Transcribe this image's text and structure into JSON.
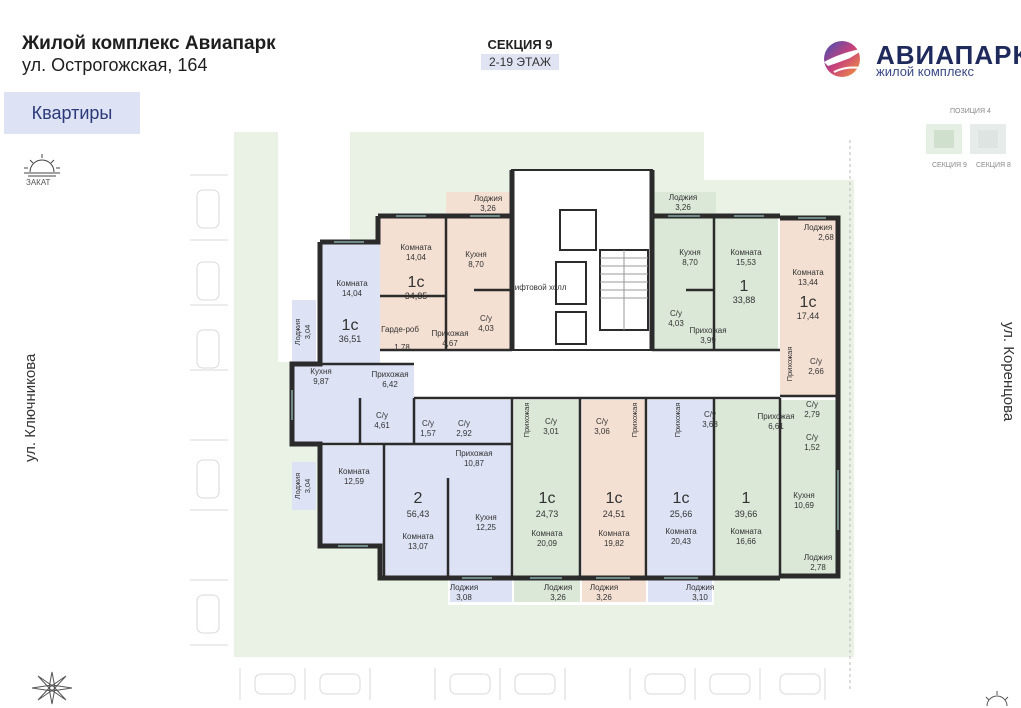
{
  "header": {
    "title": "Жилой комплекс Авиапарк",
    "address": "ул. Острогожская, 164",
    "section": "СЕКЦИЯ 9",
    "floors": "2-19 ЭТАЖ"
  },
  "tab": {
    "label": "Квартиры"
  },
  "logo": {
    "name": "АВИАПАРК",
    "subtitle": "жилой комплекс"
  },
  "streets": {
    "left": "ул. Ключникова",
    "right": "ул. Коренцова"
  },
  "compass": {
    "sunset": "ЗАКАТ"
  },
  "minimap": {
    "position": "ПОЗИЦИЯ 4",
    "section9": "СЕКЦИЯ 9",
    "section8": "СЕКЦИЯ 8"
  },
  "colors": {
    "green": "#dbe8d8",
    "blue": "#dde2f4",
    "peach": "#f4e0d3",
    "wall": "#2b2b2b",
    "landscape": "#e8f1e4"
  },
  "core": {
    "lift_hall": "Лифтовой холл"
  },
  "apartments": [
    {
      "type": "1с",
      "area": "34,85",
      "rooms": [
        [
          "Комната",
          "14,04"
        ],
        [
          "Кухня",
          "8,70"
        ],
        [
          "Гарде-роб",
          "1,78"
        ],
        [
          "Прихожая",
          "4,67"
        ],
        [
          "С/у",
          "4,03"
        ],
        [
          "Лоджия",
          "3,26"
        ]
      ]
    },
    {
      "type": "1с",
      "area": "36,51",
      "rooms": [
        [
          "Комната",
          "14,04"
        ],
        [
          "Кухня",
          "9,87"
        ],
        [
          "Прихожая",
          "6,42"
        ],
        [
          "С/у",
          "4,61"
        ],
        [
          "Лоджия",
          "3,04"
        ]
      ]
    },
    {
      "type": "2",
      "area": "56,43",
      "rooms": [
        [
          "Комната",
          "12,59"
        ],
        [
          "Комната",
          "13,07"
        ],
        [
          "Кухня",
          "12,25"
        ],
        [
          "Прихожая",
          "10,87"
        ],
        [
          "С/у",
          "1,57"
        ],
        [
          "С/у",
          "2,92"
        ],
        [
          "Лоджия",
          "3,04"
        ],
        [
          "Лоджия",
          "3,08"
        ]
      ]
    },
    {
      "type": "1с",
      "area": "24,73",
      "rooms": [
        [
          "Комната",
          "20,09"
        ],
        [
          "Прихожая",
          ""
        ],
        [
          "С/у",
          "3,01"
        ],
        [
          "Лоджия",
          "3,26"
        ]
      ]
    },
    {
      "type": "1с",
      "area": "24,51",
      "rooms": [
        [
          "Комната",
          "19,82"
        ],
        [
          "Прихожая",
          ""
        ],
        [
          "С/у",
          "3,06"
        ],
        [
          "Лоджия",
          "3,26"
        ]
      ]
    },
    {
      "type": "1с",
      "area": "25,66",
      "rooms": [
        [
          "Комната",
          "20,43"
        ],
        [
          "Прихожая",
          ""
        ],
        [
          "С/у",
          "3,68"
        ],
        [
          "Лоджия",
          "3,10"
        ]
      ]
    },
    {
      "type": "1",
      "area": "39,66",
      "rooms": [
        [
          "Комната",
          "16,66"
        ],
        [
          "Кухня",
          "10,69"
        ],
        [
          "Прихожая",
          "6,61"
        ],
        [
          "С/у",
          "2,79"
        ],
        [
          "С/у",
          "1,52"
        ],
        [
          "Лоджия",
          "2,78"
        ]
      ]
    },
    {
      "type": "1с",
      "area": "17,44",
      "rooms": [
        [
          "Комната",
          "13,44"
        ],
        [
          "Прихожая",
          ""
        ],
        [
          "С/у",
          "2,66"
        ],
        [
          "Лоджия",
          "2,68"
        ]
      ]
    },
    {
      "type": "1",
      "area": "33,88",
      "rooms": [
        [
          "Комната",
          "15,53"
        ],
        [
          "Кухня",
          "8,70"
        ],
        [
          "Прихожая",
          "3,99"
        ],
        [
          "С/у",
          "4,03"
        ],
        [
          "Лоджия",
          "3,26"
        ]
      ]
    }
  ]
}
